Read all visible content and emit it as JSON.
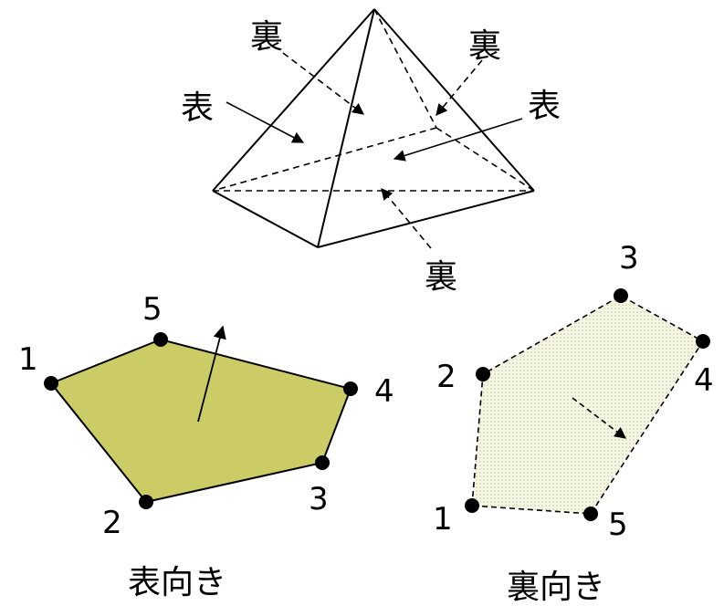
{
  "pyramid": {
    "labels": {
      "top_left_back": "裏",
      "top_right_back": "裏",
      "left_front": "表",
      "right_front": "表",
      "bottom_back": "裏"
    }
  },
  "front_polygon": {
    "caption": "表向き",
    "fill_color": "#cccc66",
    "vertex_labels": [
      "1",
      "2",
      "3",
      "4",
      "5"
    ]
  },
  "back_polygon": {
    "caption": "裏向き",
    "fill_color": "#f0f0dc",
    "vertex_labels": [
      "1",
      "2",
      "3",
      "4",
      "5"
    ]
  }
}
